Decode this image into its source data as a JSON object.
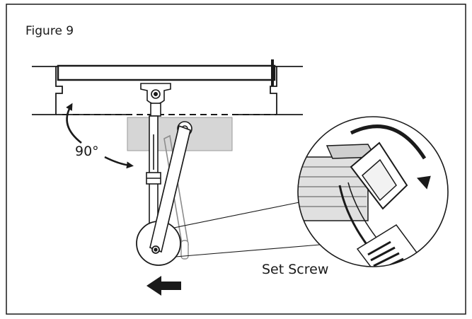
{
  "figure": {
    "title": "Figure 9",
    "angle_label": "90°",
    "callout_label": "Set Screw"
  },
  "colors": {
    "line": "#1a1a1a",
    "shaded_body": "#d6d6d6",
    "background": "#ffffff"
  },
  "icons": [
    "curved-arrow-icon",
    "rotation-arrow-icon",
    "left-arrow-icon"
  ]
}
